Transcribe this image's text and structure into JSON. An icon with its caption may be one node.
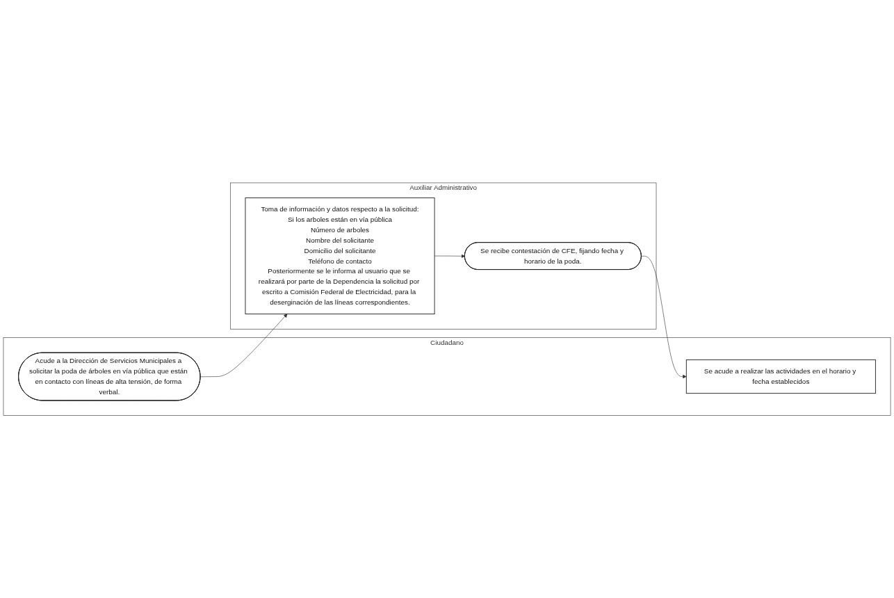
{
  "diagram": {
    "nodes": [
      {
        "text": [
          "Ciudadano"
        ]
      },
      {
        "text": [
          "Auxiliar Administrativo"
        ]
      },
      {
        "text": [
          "Acude a la Dirección de Servicios Municipales a solicitar la poda de árboles en vía pública que están en contacto con líneas de alta tensión, de forma verbal."
        ],
        "in": 0
      },
      {
        "text": [
          "Toma de información y datos respecto a la solicitud:",
          "Si los arboles están en vía pública",
          "Número de arboles",
          "Nombre del solicitante",
          "Domicilio del solicitante",
          "Teléfono de contacto",
          "Posteriormente se le informa al usuario que se realizará por parte de la Dependencia la solicitud por escrito a Comisión Federal de Electricidad, para la deserginación de las líneas correspondientes."
        ],
        "in": 1
      },
      {
        "text": [
          "Se recibe contestación de CFE, fijando fecha y horario de la poda."
        ],
        "in": 1
      },
      {
        "text": [
          "Se acude a realizar las actividades en el horario y fecha establecidos"
        ],
        "in": 0
      }
    ],
    "edges": [
      {
        "from": 2,
        "to": 3,
        "arrow": "to"
      },
      {
        "from": 3,
        "to": 4,
        "arrow": "to"
      },
      {
        "from": 4,
        "to": 5,
        "arrow": "to"
      }
    ]
  }
}
